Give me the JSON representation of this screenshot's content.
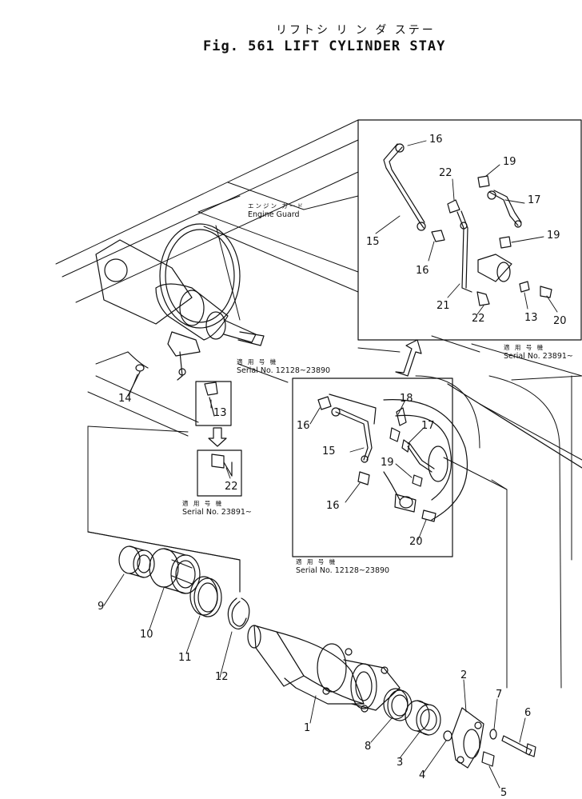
{
  "title": {
    "japanese": "リフトシ リ ン ダ ステー",
    "english": "Fig. 561 LIFT CYLINDER STAY"
  },
  "notes": {
    "engine_guard_jp": "エンジン ガード",
    "engine_guard_en": "Engine Guard",
    "applicable_jp": "適 用 号 機",
    "serial_12128_23890": "Serial No. 12128~23890",
    "serial_23891": "Serial No. 23891~"
  },
  "callouts": [
    {
      "id": "16-top",
      "label": "16"
    },
    {
      "id": "22-top",
      "label": "22"
    },
    {
      "id": "19-top",
      "label": "19"
    },
    {
      "id": "17-top",
      "label": "17"
    },
    {
      "id": "19-top-b",
      "label": "19"
    },
    {
      "id": "15-top",
      "label": "15"
    },
    {
      "id": "16-top-b",
      "label": "16"
    },
    {
      "id": "21-top",
      "label": "21"
    },
    {
      "id": "22-top-b",
      "label": "22"
    },
    {
      "id": "13-top",
      "label": "13"
    },
    {
      "id": "20-top",
      "label": "20"
    },
    {
      "id": "14",
      "label": "14"
    },
    {
      "id": "13-mid",
      "label": "13"
    },
    {
      "id": "22-mid",
      "label": "22"
    },
    {
      "id": "16-mid",
      "label": "16"
    },
    {
      "id": "18-mid",
      "label": "18"
    },
    {
      "id": "17-mid",
      "label": "17"
    },
    {
      "id": "15-mid",
      "label": "15"
    },
    {
      "id": "19-mid",
      "label": "19"
    },
    {
      "id": "16-mid-b",
      "label": "16"
    },
    {
      "id": "20-mid",
      "label": "20"
    },
    {
      "id": "9",
      "label": "9"
    },
    {
      "id": "10",
      "label": "10"
    },
    {
      "id": "11",
      "label": "11"
    },
    {
      "id": "12",
      "label": "12"
    },
    {
      "id": "1",
      "label": "1"
    },
    {
      "id": "8",
      "label": "8"
    },
    {
      "id": "3",
      "label": "3"
    },
    {
      "id": "4",
      "label": "4"
    },
    {
      "id": "2",
      "label": "2"
    },
    {
      "id": "7",
      "label": "7"
    },
    {
      "id": "6",
      "label": "6"
    },
    {
      "id": "5",
      "label": "5"
    }
  ]
}
